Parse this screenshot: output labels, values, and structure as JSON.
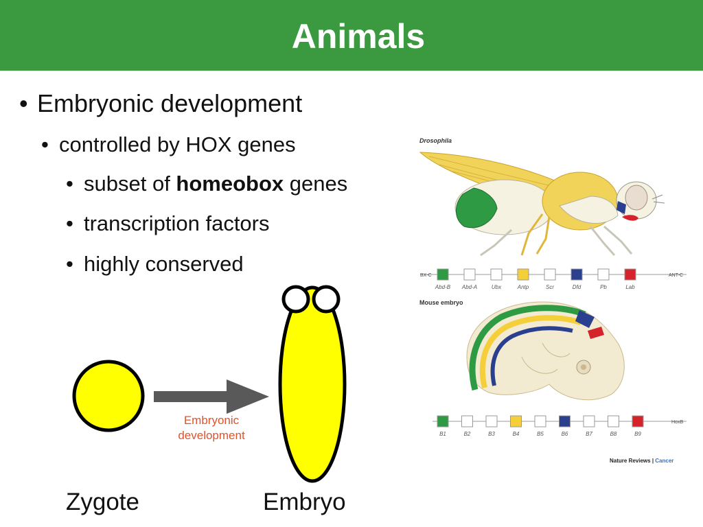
{
  "slide": {
    "title": "Animals",
    "bullets": {
      "level1": "Embryonic development",
      "level2": "controlled by HOX genes",
      "subset_prefix": "subset of ",
      "subset_bold": "homeobox",
      "subset_suffix": " genes",
      "item_transcription": "transcription factors",
      "item_conserved": "highly conserved"
    },
    "bullet_glyph": "•"
  },
  "diagram": {
    "zygote_label": "Zygote",
    "embryo_label": "Embryo",
    "arrow_label_line1": "Embryonic",
    "arrow_label_line2": "development",
    "fill_color": "#ffff00"
  },
  "figure": {
    "drosophila_label": "Drosophila",
    "mouse_label": "Mouse embryo",
    "fly_complex_left": "BX-C",
    "fly_complex_right": "ANT-C",
    "mouse_cluster": "HoxB",
    "fly_genes": [
      {
        "name": "Abd-B",
        "color": "#2e9a44"
      },
      {
        "name": "Abd-A",
        "color": "#ffffff"
      },
      {
        "name": "Ubx",
        "color": "#ffffff"
      },
      {
        "name": "Antp",
        "color": "#f5cf3a"
      },
      {
        "name": "Scr",
        "color": "#ffffff"
      },
      {
        "name": "Dfd",
        "color": "#2b3f8f"
      },
      {
        "name": "Pb",
        "color": "#ffffff"
      },
      {
        "name": "Lab",
        "color": "#d4232a"
      }
    ],
    "mouse_genes": [
      {
        "name": "B1",
        "color": "#2e9a44"
      },
      {
        "name": "B2",
        "color": "#ffffff"
      },
      {
        "name": "B3",
        "color": "#ffffff"
      },
      {
        "name": "B4",
        "color": "#f5cf3a"
      },
      {
        "name": "B5",
        "color": "#ffffff"
      },
      {
        "name": "B6",
        "color": "#2b3f8f"
      },
      {
        "name": "B7",
        "color": "#ffffff"
      },
      {
        "name": "B8",
        "color": "#ffffff"
      },
      {
        "name": "B9",
        "color": "#d4232a"
      }
    ],
    "credit_journal": "Nature Reviews",
    "credit_separator": " | ",
    "credit_section": "Cancer"
  }
}
